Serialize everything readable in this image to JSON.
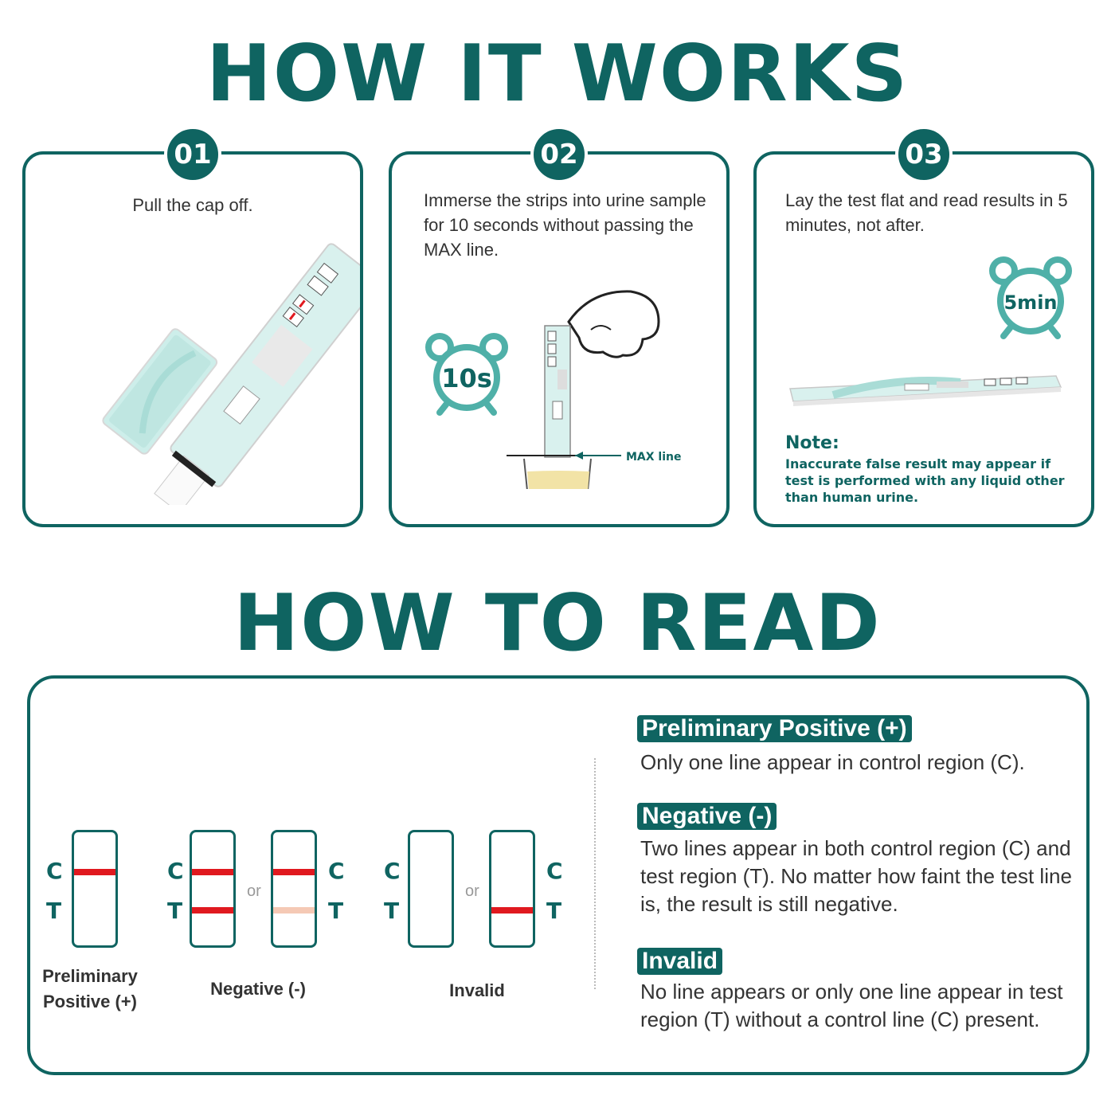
{
  "how_it_works": {
    "title": "HOW IT WORKS",
    "steps": [
      {
        "number": "01",
        "text": "Pull the cap off."
      },
      {
        "number": "02",
        "text": "Immerse the strips into urine sample for 10 seconds without passing the MAX line.",
        "timer": "10s",
        "max_label": "MAX line"
      },
      {
        "number": "03",
        "text": "Lay the test flat and read results in 5 minutes, not after.",
        "timer": "5min",
        "note_title": "Note:",
        "note_text": "Inaccurate false result may appear if test is performed with any liquid other than human urine."
      }
    ]
  },
  "how_to_read": {
    "title": "HOW TO READ",
    "strip_labels": {
      "c": "C",
      "t": "T",
      "or": "or"
    },
    "captions": {
      "positive": "Preliminary Positive (+)",
      "negative": "Negative (-)",
      "invalid": "Invalid"
    },
    "results": [
      {
        "title": "Preliminary Positive (+)",
        "text": "Only one line appear in control region (C)."
      },
      {
        "title": "Negative (-)",
        "text": "Two lines appear in both control region (C) and test region (T). No matter how faint the test line is, the result is still negative."
      },
      {
        "title": "Invalid",
        "text": "No line appears or only one line appear in test region (T) without a control line (C) present."
      }
    ]
  },
  "colors": {
    "brand": "#0f6461",
    "line_red": "#e0191f",
    "line_faint": "#f5c9b5",
    "strip_teal": "#bfe6e1"
  }
}
